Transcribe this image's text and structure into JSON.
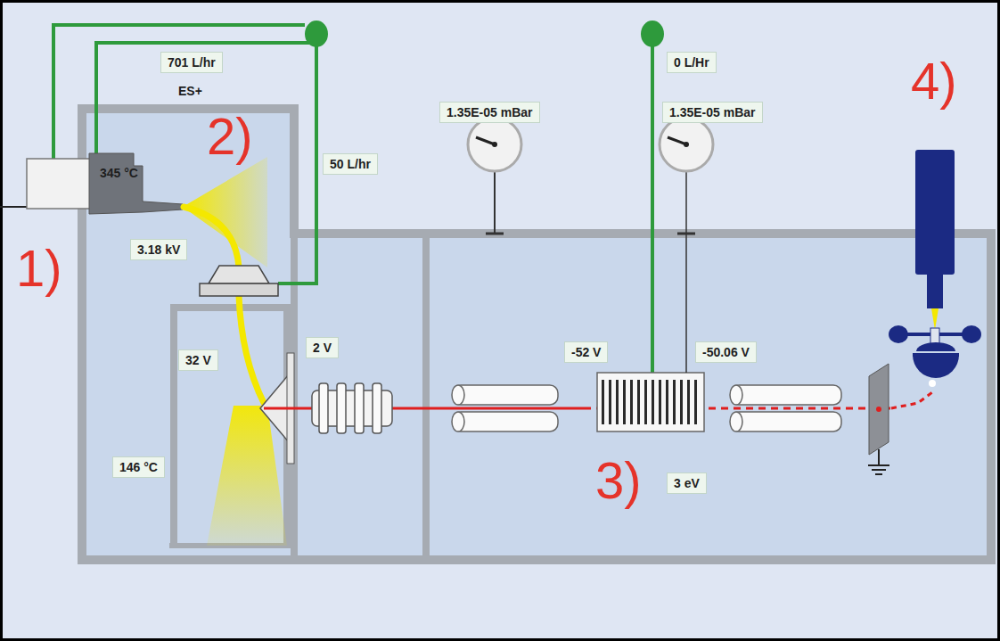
{
  "diagram": {
    "nodes": [
      {
        "text": [
          "701 L/hr"
        ]
      },
      {
        "text": [
          "50 L/hr"
        ]
      },
      {
        "text": [
          "3.18 kV"
        ]
      },
      {
        "text": [
          "32 V"
        ]
      },
      {
        "text": [
          "146 °C"
        ]
      },
      {
        "text": [
          "2 V"
        ]
      },
      {
        "text": [
          "1.35E-05 mBar"
        ]
      },
      {
        "text": [
          "0 L/Hr"
        ]
      },
      {
        "text": [
          "1.35E-05 mBar"
        ]
      },
      {
        "text": [
          "-52 V"
        ]
      },
      {
        "text": [
          "-50.06 V"
        ]
      },
      {
        "text": [
          "3 eV"
        ]
      }
    ],
    "labels": [
      "2)",
      "4)",
      "ES+",
      "345 °C",
      "1)",
      "3)"
    ]
  }
}
